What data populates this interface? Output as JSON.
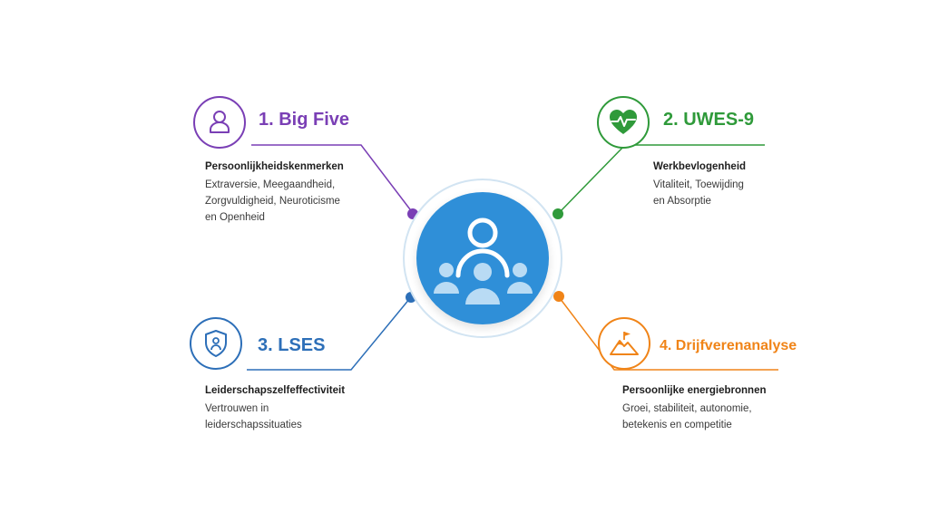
{
  "colors": {
    "purple": "#7a3fb5",
    "green": "#2f9a3a",
    "blue": "#2d6fb8",
    "orange": "#f08418",
    "hub": "#2f8fd8"
  },
  "hub": {
    "icon": "team-people-icon"
  },
  "items": [
    {
      "title": "1. Big Five",
      "subtitle": "Persoonlijkheidskenmerken",
      "desc": [
        "Extraversie, Meegaandheid,",
        "Zorgvuldigheid, Neuroticisme",
        "en Openheid"
      ],
      "icon": "person-icon",
      "color": "#7a3fb5"
    },
    {
      "title": "2. UWES-9",
      "subtitle": "Werkbevlogenheid",
      "desc": [
        "Vitaliteit, Toewijding",
        "en Absorptie"
      ],
      "icon": "heart-pulse-icon",
      "color": "#2f9a3a"
    },
    {
      "title": "3. LSES",
      "subtitle": "Leiderschapszelfeffectiviteit",
      "desc": [
        "Vertrouwen in",
        "leiderschapssituaties"
      ],
      "icon": "shield-person-icon",
      "color": "#2d6fb8"
    },
    {
      "title": "4. Drijfverenanalyse",
      "subtitle": "Persoonlijke energiebronnen",
      "desc": [
        "Groei, stabiliteit, autonomie,",
        "betekenis en competitie"
      ],
      "icon": "mountain-flag-icon",
      "color": "#f08418"
    }
  ]
}
